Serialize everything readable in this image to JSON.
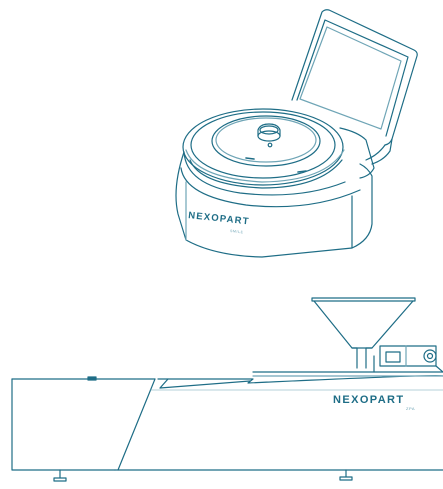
{
  "colors": {
    "line": "#1e6d86",
    "line_light": "#6fa5b6",
    "background": "#ffffff"
  },
  "top_device": {
    "brand": "NEXOPART",
    "model": "SMILE"
  },
  "bottom_device": {
    "brand": "NEXOPART",
    "model": "ZPA"
  },
  "icons": [
    "benchtop-analyzer-illustration",
    "extrusion-machine-illustration"
  ]
}
